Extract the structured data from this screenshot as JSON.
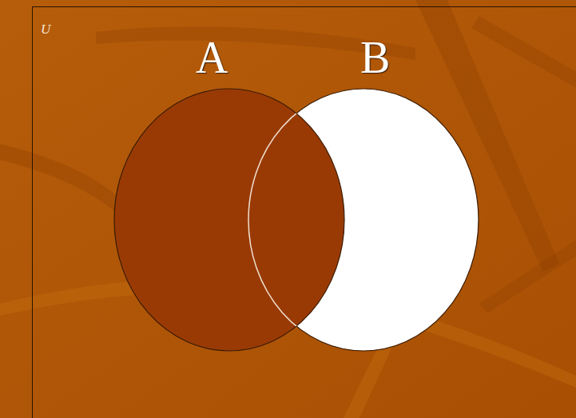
{
  "diagram": {
    "nodes": [
      {
        "text": [
          "U"
        ]
      },
      {
        "text": [
          "A"
        ],
        "in": 0
      },
      {
        "text": [
          "B"
        ],
        "in": 0
      }
    ]
  }
}
